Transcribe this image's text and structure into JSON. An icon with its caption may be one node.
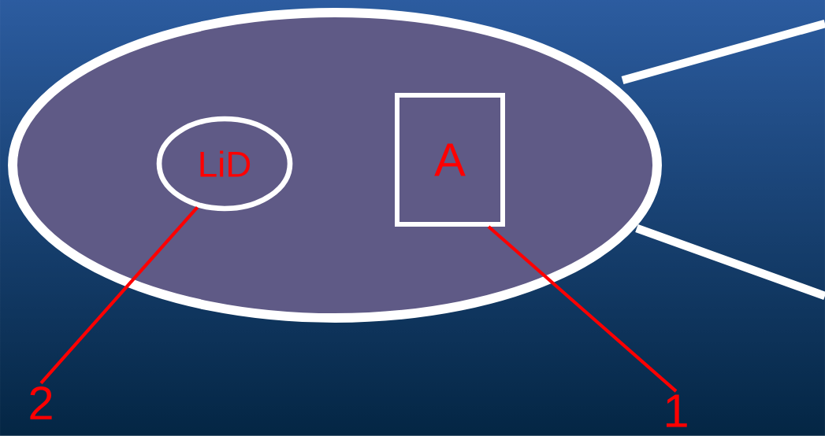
{
  "diagram": {
    "nodes": [
      {
        "text": [],
        "shape": "ellipse"
      },
      {
        "text": [
          "LiD"
        ],
        "in": 0
      },
      {
        "text": [
          "A"
        ],
        "in": 0
      },
      {
        "text": [
          "2"
        ]
      },
      {
        "text": [
          "1"
        ]
      }
    ],
    "edges": [
      {
        "from": 3,
        "to": 1,
        "arrow": "none"
      },
      {
        "from": 4,
        "to": 2,
        "arrow": "none"
      }
    ]
  }
}
